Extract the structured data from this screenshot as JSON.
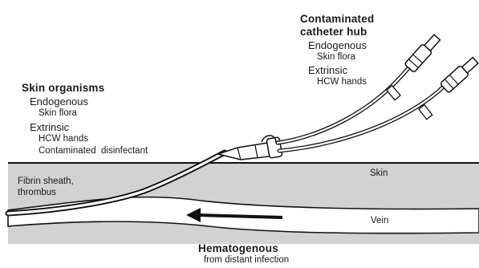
{
  "labels": {
    "hub_title_line1": "Contaminated",
    "hub_title_line2": "catheter hub",
    "hub_endogenous": "Endogenous",
    "hub_skin_flora": "Skin flora",
    "hub_extrinsic": "Extrinsic",
    "hub_hcw_hands": "HCW hands",
    "skin_title": "Skin organisms",
    "skin_endogenous": "Endogenous",
    "skin_skin_flora": "Skin flora",
    "skin_extrinsic": "Extrinsic",
    "skin_hcw_hands": "HCW hands",
    "skin_contaminated_disinfectant": "Contaminated  disinfectant",
    "skin_layer": "Skin",
    "fibrin_line1": "Fibrin sheath,",
    "fibrin_line2": "thrombus",
    "vein": "Vein",
    "hema_title": "Hematogenous",
    "hema_subtitle": "from distant infection"
  },
  "colors": {
    "tissue": "#d2d2d2",
    "vein_lumen": "#ffffff",
    "outline": "#111111",
    "text": "#1a1a1a"
  }
}
